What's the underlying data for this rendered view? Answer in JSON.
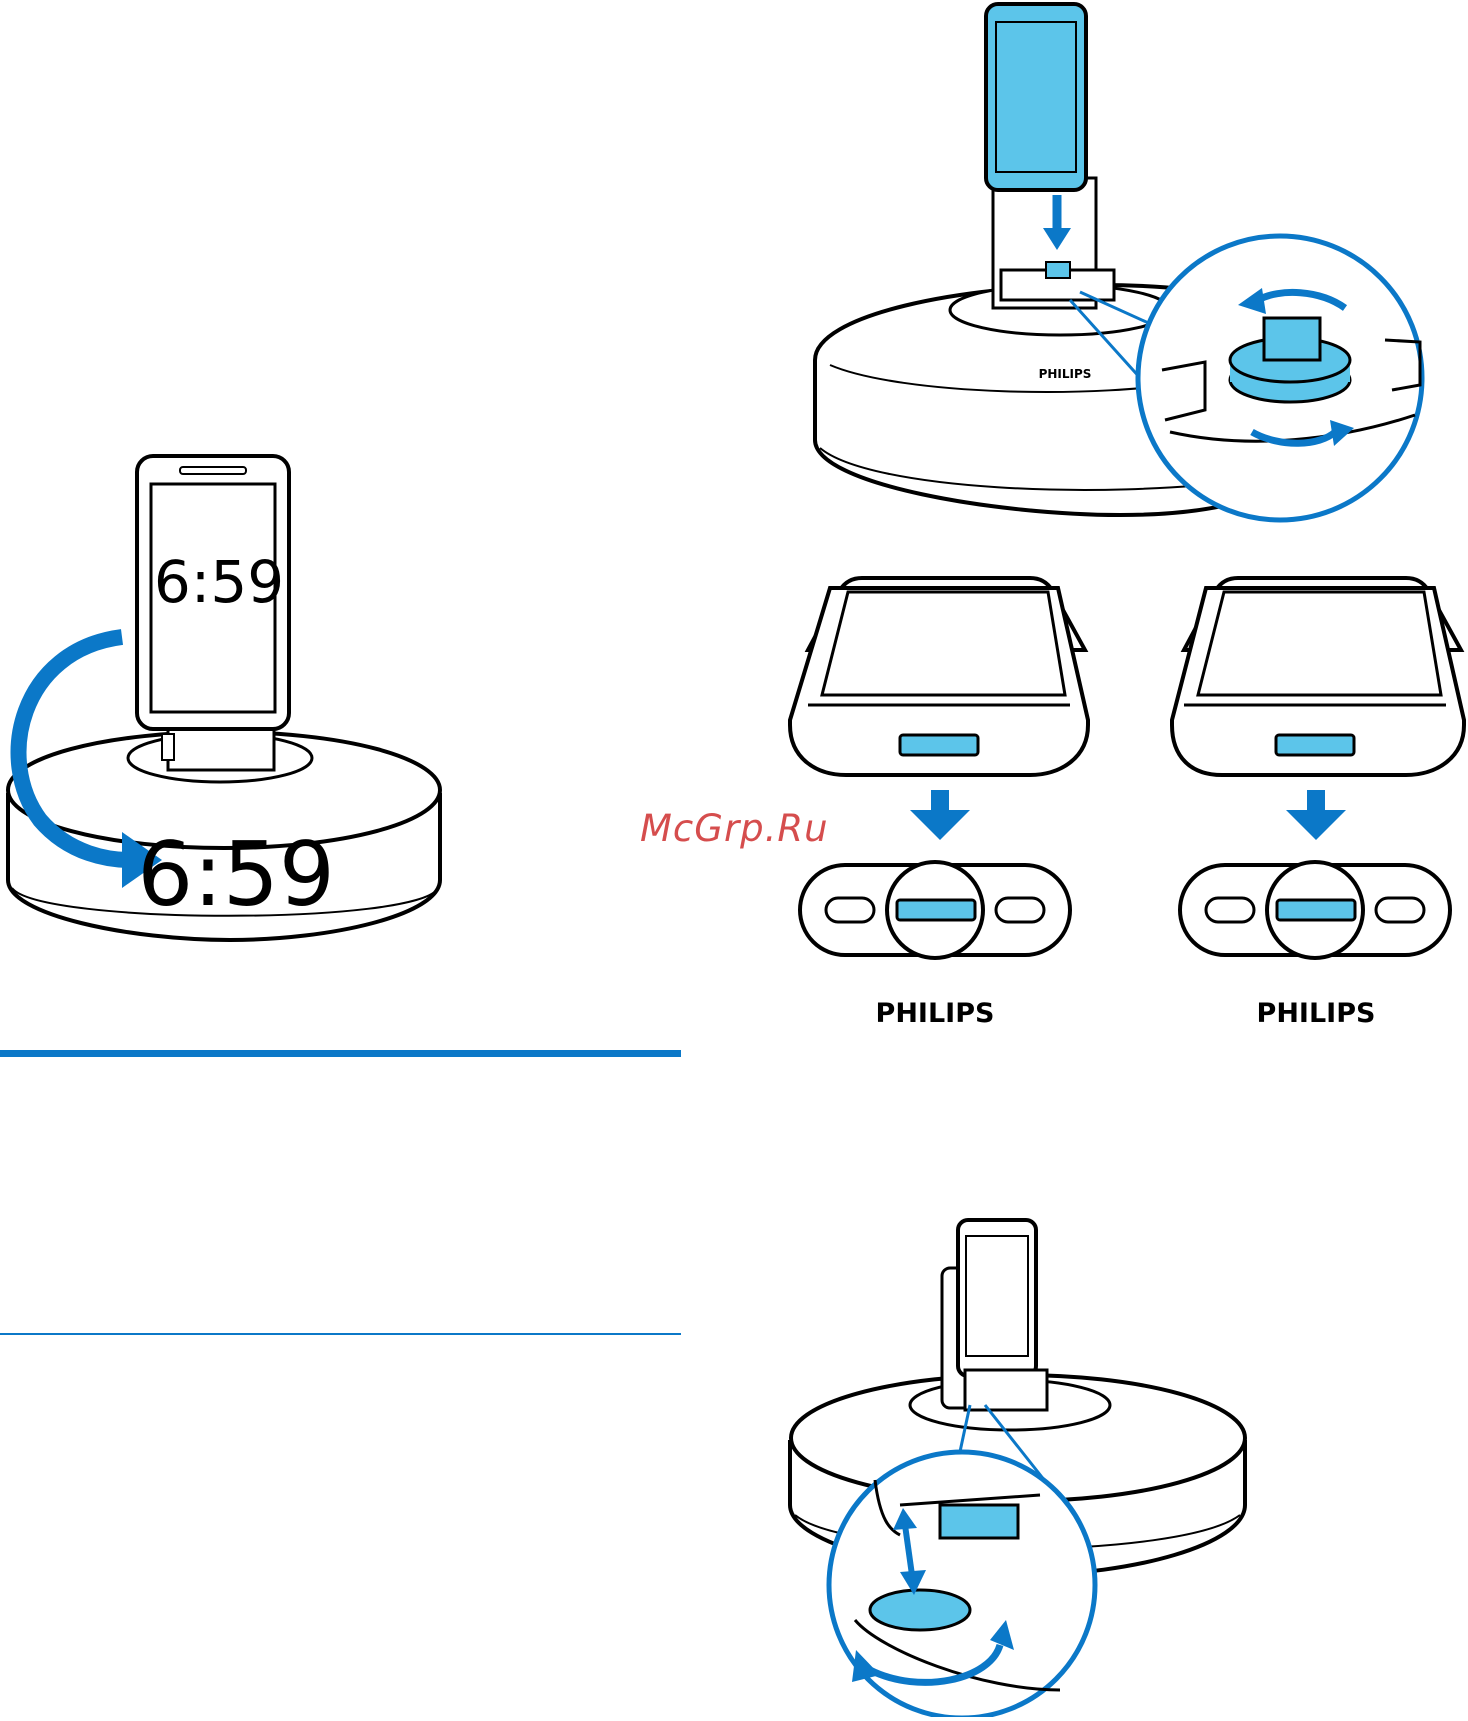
{
  "clock": {
    "phone_time": "6:59",
    "base_time": "6:59"
  },
  "brand": {
    "dock_logo": "PHILIPS",
    "left_label": "PHILIPS",
    "right_label": "PHILIPS"
  },
  "watermark": "McGrp.Ru",
  "colors": {
    "accent_blue": "#0b78c8",
    "light_blue": "#5cc5ea",
    "outline": "#000000"
  },
  "icons": [
    "arrow-curve-icon",
    "arrow-down-icon",
    "rotate-arrows-icon",
    "updown-arrow-icon"
  ]
}
